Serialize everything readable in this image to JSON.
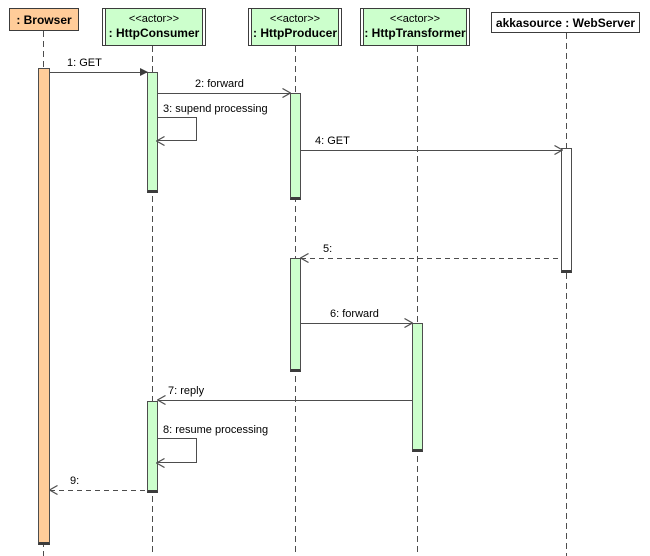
{
  "diagram": {
    "type": "uml-sequence-diagram",
    "colors": {
      "actor_box_fill": "#ccffcc",
      "browser_box_fill": "#ffcc99",
      "webserver_box_fill": "#ffffff",
      "activation_green": "#ccffcc",
      "activation_orange": "#ffcc99",
      "activation_white": "#ffffff",
      "line_color": "#4d4d4d",
      "text_color": "#000000",
      "background": "#ffffff"
    },
    "participants": [
      {
        "id": "browser",
        "stereotype": "",
        "name": ": Browser"
      },
      {
        "id": "consumer",
        "stereotype": "<<actor>>",
        "name": ": HttpConsumer"
      },
      {
        "id": "producer",
        "stereotype": "<<actor>>",
        "name": ": HttpProducer"
      },
      {
        "id": "transformer",
        "stereotype": "<<actor>>",
        "name": ": HttpTransformer"
      },
      {
        "id": "webserver",
        "stereotype": "",
        "name": "akkasource : WebServer"
      }
    ],
    "messages": [
      {
        "seq": "1",
        "label": "1: GET",
        "from": "browser",
        "to": "consumer",
        "kind": "sync-solid-arrow"
      },
      {
        "seq": "2",
        "label": "2: forward",
        "from": "consumer",
        "to": "producer",
        "kind": "async-open-arrow"
      },
      {
        "seq": "3",
        "label": "3: supend processing",
        "from": "consumer",
        "to": "consumer",
        "kind": "self-message"
      },
      {
        "seq": "4",
        "label": "4: GET",
        "from": "producer",
        "to": "webserver",
        "kind": "async-open-arrow"
      },
      {
        "seq": "5",
        "label": "5:",
        "from": "webserver",
        "to": "producer",
        "kind": "return-dashed"
      },
      {
        "seq": "6",
        "label": "6: forward",
        "from": "producer",
        "to": "transformer",
        "kind": "async-open-arrow"
      },
      {
        "seq": "7",
        "label": "7: reply",
        "from": "transformer",
        "to": "consumer",
        "kind": "async-open-arrow"
      },
      {
        "seq": "8",
        "label": "8: resume processing",
        "from": "consumer",
        "to": "consumer",
        "kind": "self-message"
      },
      {
        "seq": "9",
        "label": "9:",
        "from": "consumer",
        "to": "browser",
        "kind": "return-dashed"
      }
    ]
  }
}
